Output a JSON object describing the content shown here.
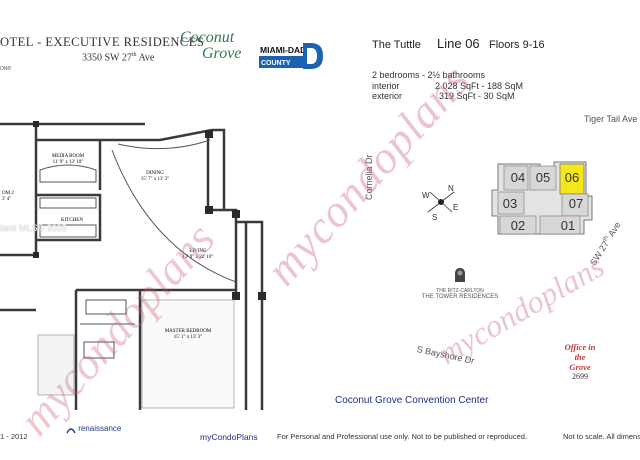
{
  "header": {
    "title": "OTEL - EXECUTIVE RESIDENCES",
    "address": "3350 SW 27",
    "address_sup": "th",
    "address_suffix": " Ave",
    "left_mark": "ON®"
  },
  "logos": {
    "coconut_line1": "Coconut",
    "coconut_line2": "Grove",
    "miami_dade_top": "MIAMI-DADE",
    "miami_dade_bottom": "COUNTY",
    "ritz_brand": "THE RITZ-CARLTON",
    "ritz_name": "THE TOWER RESIDENCES",
    "renaissance": "renaissance"
  },
  "unit_info": {
    "building": "The Tuttle",
    "line": "Line 06",
    "floors": "Floors 9-16",
    "bedrooms": "2 bedrooms - 2½ bathrooms",
    "interior_label": "interior",
    "interior_value": "2 028 SqFt - 188 SqM",
    "exterior_label": "exterior",
    "exterior_value": "319 SqFt - 30 SqM"
  },
  "rooms": {
    "media_room": "MEDIA ROOM",
    "media_dim": "11' 9\" x 13' 10\"",
    "dining": "DINING",
    "dining_dim": "15' 7\" x 13' 3\"",
    "kitchen": "KITCHEN",
    "living": "LIVING",
    "living_dim": "13' 9\" x 22' 10\"",
    "master": "MASTER BEDROOM",
    "master_dim": "15' 1\" x 13' 3\"",
    "bedroom2": "OM 2",
    "bedroom2_dim": "3' 4\""
  },
  "keyplan": {
    "units": [
      "04",
      "05",
      "06",
      "03",
      "07",
      "02",
      "01"
    ],
    "highlight": "06",
    "highlight_color": "#f4e81c",
    "compass": [
      "N",
      "W",
      "E",
      "S"
    ]
  },
  "streets": {
    "cornelia": "Cornelia Dr",
    "tiger_tail": "Tiger Tail Ave",
    "sw27": "SW 27",
    "sw27_sup": "th",
    "sw27_suffix": " Ave",
    "bayshore": "S Bayshore Dr"
  },
  "office": {
    "line1": "Office in",
    "line2": "the",
    "line3": "Grove",
    "number": "2699"
  },
  "landmarks": {
    "convention": "Coconut Grove Convention Center"
  },
  "watermark": {
    "text": "mycondoplans",
    "mls": "iami MLS© 2025"
  },
  "footer": {
    "year": "1 - 2012",
    "brand": "myCondoPlans",
    "notice": "For Personal and Professional use only. Not to be published or reproduced.",
    "scale": "Not to scale. All dimens"
  },
  "colors": {
    "wall": "#3a3a3a",
    "brand_blue": "#1d2f8a",
    "grove_green": "#2f7a4a",
    "watermark_pink": "#c85a6e"
  }
}
